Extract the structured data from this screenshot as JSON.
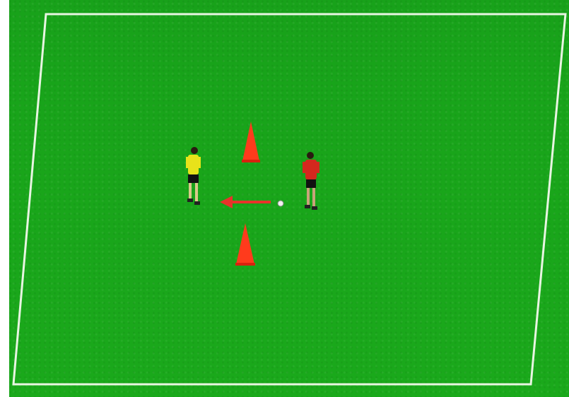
{
  "scene": {
    "description_tags": [
      "grass-pitch",
      "training-drill"
    ],
    "colors": {
      "grass": "#1aa61b",
      "field_line": "#e8f5e2",
      "cone": "#ff3b1c",
      "arrow": "#e8332a",
      "player_attacker_kit": "#e8e21a",
      "player_defender_kit": "#d4281e",
      "shorts": "#111111"
    },
    "objects": {
      "cones": 2,
      "players": 2,
      "balls": 1,
      "arrows": 1
    }
  }
}
